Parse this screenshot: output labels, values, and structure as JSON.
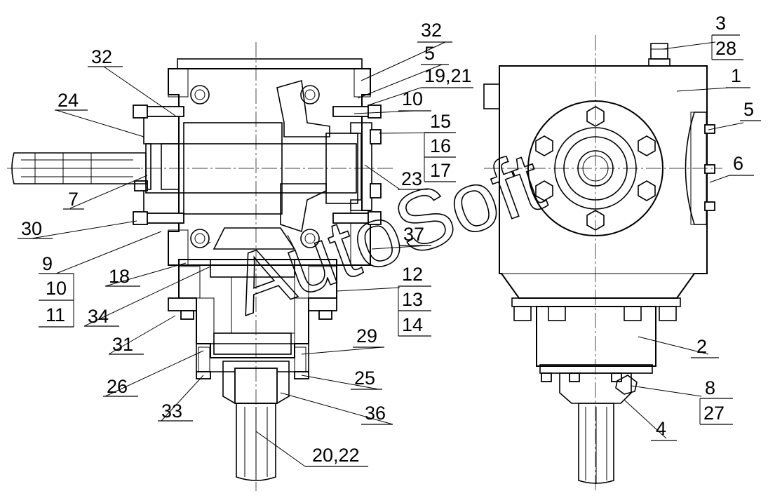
{
  "watermark": "AutoSoft",
  "callouts": [
    {
      "id": "lbl-32-left",
      "text": "32"
    },
    {
      "id": "lbl-24",
      "text": "24"
    },
    {
      "id": "lbl-7",
      "text": "7"
    },
    {
      "id": "lbl-30",
      "text": "30"
    },
    {
      "id": "lbl-9",
      "text": "9"
    },
    {
      "id": "lbl-10-left",
      "text": "10"
    },
    {
      "id": "lbl-11",
      "text": "11"
    },
    {
      "id": "lbl-18",
      "text": "18"
    },
    {
      "id": "lbl-34",
      "text": "34"
    },
    {
      "id": "lbl-31",
      "text": "31"
    },
    {
      "id": "lbl-26",
      "text": "26"
    },
    {
      "id": "lbl-33",
      "text": "33"
    },
    {
      "id": "lbl-32-top",
      "text": "32"
    },
    {
      "id": "lbl-5-top",
      "text": "5"
    },
    {
      "id": "lbl-19-21",
      "text": "19,21"
    },
    {
      "id": "lbl-10-right",
      "text": "10"
    },
    {
      "id": "lbl-15",
      "text": "15"
    },
    {
      "id": "lbl-16",
      "text": "16"
    },
    {
      "id": "lbl-17",
      "text": "17"
    },
    {
      "id": "lbl-23",
      "text": "23"
    },
    {
      "id": "lbl-37",
      "text": "37"
    },
    {
      "id": "lbl-12",
      "text": "12"
    },
    {
      "id": "lbl-13",
      "text": "13"
    },
    {
      "id": "lbl-14",
      "text": "14"
    },
    {
      "id": "lbl-29",
      "text": "29"
    },
    {
      "id": "lbl-25",
      "text": "25"
    },
    {
      "id": "lbl-36",
      "text": "36"
    },
    {
      "id": "lbl-20-22",
      "text": "20,22"
    },
    {
      "id": "lbl-3",
      "text": "3"
    },
    {
      "id": "lbl-28",
      "text": "28"
    },
    {
      "id": "lbl-1",
      "text": "1"
    },
    {
      "id": "lbl-5-right",
      "text": "5"
    },
    {
      "id": "lbl-6",
      "text": "6"
    },
    {
      "id": "lbl-2",
      "text": "2"
    },
    {
      "id": "lbl-8",
      "text": "8"
    },
    {
      "id": "lbl-27",
      "text": "27"
    },
    {
      "id": "lbl-4",
      "text": "4"
    }
  ]
}
